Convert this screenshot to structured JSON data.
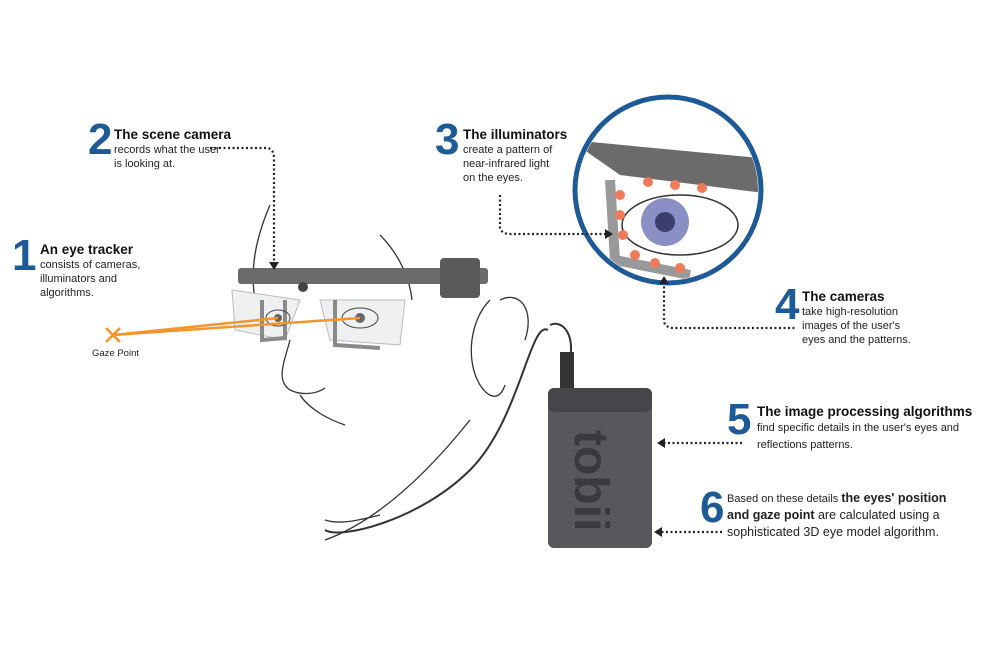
{
  "steps": [
    {
      "number": "1",
      "title": "An eye tracker",
      "body": [
        "consists of cameras,",
        "illuminators and",
        "algorithms."
      ]
    },
    {
      "number": "2",
      "title": "The scene camera",
      "body": [
        "records what the user",
        "is looking at."
      ]
    },
    {
      "number": "3",
      "title": "The illuminators",
      "body": [
        "create a pattern of",
        "near-infrared light",
        "on the eyes."
      ]
    },
    {
      "number": "4",
      "title": "The cameras",
      "body": [
        "take high-resolution",
        "images of the user's",
        "eyes and the patterns."
      ]
    },
    {
      "number": "5",
      "title": "The image processing algorithms",
      "body": [
        "find specific details in the user's eyes and",
        "reflections patterns."
      ]
    },
    {
      "number": "6",
      "pre": "Based on these details ",
      "bold1": "the eyes' position",
      "bold2": "and gaze point",
      "mid": " are calculated using a",
      "last": "sophisticated 3D eye model algorithm."
    }
  ],
  "gaze_label": "Gaze Point",
  "device_brand": "tobii",
  "colors": {
    "accent": "#1e5a96",
    "gaze": "#f0962d",
    "glasses": "#6b6b6b",
    "device": "#58585c"
  }
}
